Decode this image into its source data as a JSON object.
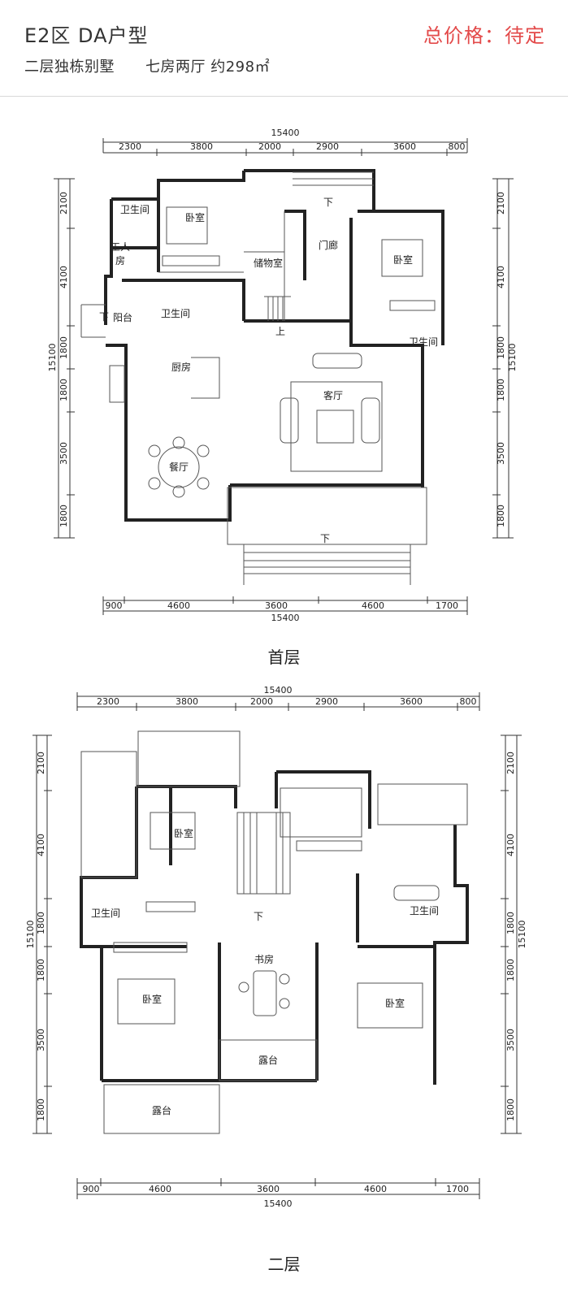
{
  "header": {
    "title": "E2区  DA户型",
    "price": "总价格：待定",
    "subtitle_type": "二层独栋别墅",
    "subtitle_rooms": "七房两厅 约298㎡"
  },
  "plans": {
    "ground": {
      "caption": "首层",
      "total_top": "15400",
      "total_bottom": "15400",
      "dims_top": [
        "2300",
        "3800",
        "2000",
        "2900",
        "3600",
        "800"
      ],
      "dims_bottom": [
        "900",
        "4600",
        "3600",
        "4600",
        "1700"
      ],
      "dims_left": [
        "2100",
        "4100",
        "1800",
        "1800",
        "3500",
        "1800"
      ],
      "dims_right": [
        "2100",
        "4100",
        "1800",
        "1800",
        "3500",
        "1800"
      ],
      "total_side": "15100",
      "rooms": {
        "bathroom_nw": "卫生间",
        "bedroom_nw": "卧室",
        "worker_room_1": "工人",
        "worker_room_2": "房",
        "storage": "储物室",
        "entry_corridor": "门廊",
        "bedroom_ne": "卧室",
        "balcony": "阳台",
        "bathroom_mid": "卫生间",
        "bathroom_ne": "卫生间",
        "kitchen": "厨房",
        "living": "客厅",
        "dining": "餐厅",
        "down_arrow_1": "下",
        "down_arrow_2": "下",
        "down_arrow_3": "下",
        "up_arrow": "上"
      }
    },
    "upper": {
      "caption": "二层",
      "total_top": "15400",
      "total_bottom": "15400",
      "dims_top": [
        "2300",
        "3800",
        "2000",
        "2900",
        "3600",
        "800"
      ],
      "dims_bottom": [
        "900",
        "4600",
        "3600",
        "4600",
        "1700"
      ],
      "dims_left": [
        "2100",
        "4100",
        "1800",
        "1800",
        "3500",
        "1800"
      ],
      "dims_right": [
        "2100",
        "4100",
        "1800",
        "1800",
        "3500",
        "1800"
      ],
      "total_side": "15100",
      "rooms": {
        "bedroom_nw": "卧室",
        "bathroom_w": "卫生间",
        "bathroom_e": "卫生间",
        "down_arrow": "下",
        "study": "书房",
        "bedroom_sw": "卧室",
        "bedroom_se": "卧室",
        "terrace_mid": "露台",
        "terrace_sw": "露台"
      }
    }
  }
}
